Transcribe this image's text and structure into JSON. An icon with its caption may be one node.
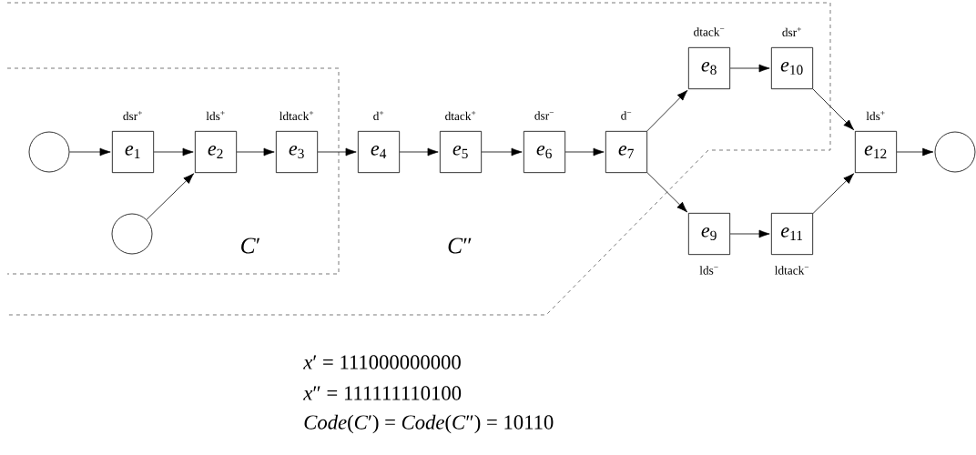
{
  "diagram": {
    "nodes": [
      {
        "text": [],
        "shape": "circle"
      },
      {
        "text": [
          "*e*$_{1}$"
        ],
        "beside": [
          "dsr$^{+}$"
        ]
      },
      {
        "text": [
          "*e*$_{2}$"
        ],
        "beside": [
          "lds$^{+}$"
        ]
      },
      {
        "text": [
          "*e*$_{3}$"
        ],
        "beside": [
          "ldtack$^{+}$"
        ]
      },
      {
        "text": [
          "*e*$_{4}$"
        ],
        "beside": [
          "d$^{+}$"
        ]
      },
      {
        "text": [
          "*e*$_{5}$"
        ],
        "beside": [
          "dtack$^{+}$"
        ]
      },
      {
        "text": [
          "*e*$_{6}$"
        ],
        "beside": [
          "dsr$^{−}$"
        ]
      },
      {
        "text": [
          "*e*$_{7}$"
        ],
        "beside": [
          "d$^{−}$"
        ]
      },
      {
        "text": [
          "*e*$_{8}$"
        ],
        "beside": [
          "dtack$^{−}$"
        ]
      },
      {
        "text": [
          "*e*$_{9}$"
        ],
        "beside": [
          "lds$^{−}$"
        ]
      },
      {
        "text": [
          "*e*$_{10}$"
        ],
        "beside": [
          "dsr$^{+}$"
        ]
      },
      {
        "text": [
          "*e*$_{11}$"
        ],
        "beside": [
          "ldtack$^{−}$"
        ]
      },
      {
        "text": [
          "*e*$_{12}$"
        ],
        "beside": [
          "lds$^{+}$"
        ]
      },
      {
        "text": [],
        "shape": "circle"
      },
      {
        "text": [],
        "shape": "circle"
      }
    ],
    "edges": [
      {
        "from": 0,
        "to": 1,
        "arrow": "to"
      },
      {
        "from": 13,
        "to": 2,
        "arrow": "to"
      },
      {
        "from": 1,
        "to": 2,
        "arrow": "to"
      },
      {
        "from": 2,
        "to": 3,
        "arrow": "to"
      },
      {
        "from": 3,
        "to": 4,
        "arrow": "to"
      },
      {
        "from": 4,
        "to": 5,
        "arrow": "to"
      },
      {
        "from": 5,
        "to": 6,
        "arrow": "to"
      },
      {
        "from": 6,
        "to": 7,
        "arrow": "to"
      },
      {
        "from": 7,
        "to": 8,
        "arrow": "to"
      },
      {
        "from": 7,
        "to": 9,
        "arrow": "to"
      },
      {
        "from": 8,
        "to": 10,
        "arrow": "to"
      },
      {
        "from": 9,
        "to": 11,
        "arrow": "to"
      },
      {
        "from": 10,
        "to": 12,
        "arrow": "to"
      },
      {
        "from": 11,
        "to": 12,
        "arrow": "to"
      },
      {
        "from": 12,
        "to": 14,
        "arrow": "to"
      }
    ],
    "labels": [
      "*C*′",
      "*C*″",
      "*x*′ = 111000000000",
      "*x*″ = 111111110100",
      "*Code*(*C*′) = *Code*(*C*″) = 10110"
    ]
  }
}
